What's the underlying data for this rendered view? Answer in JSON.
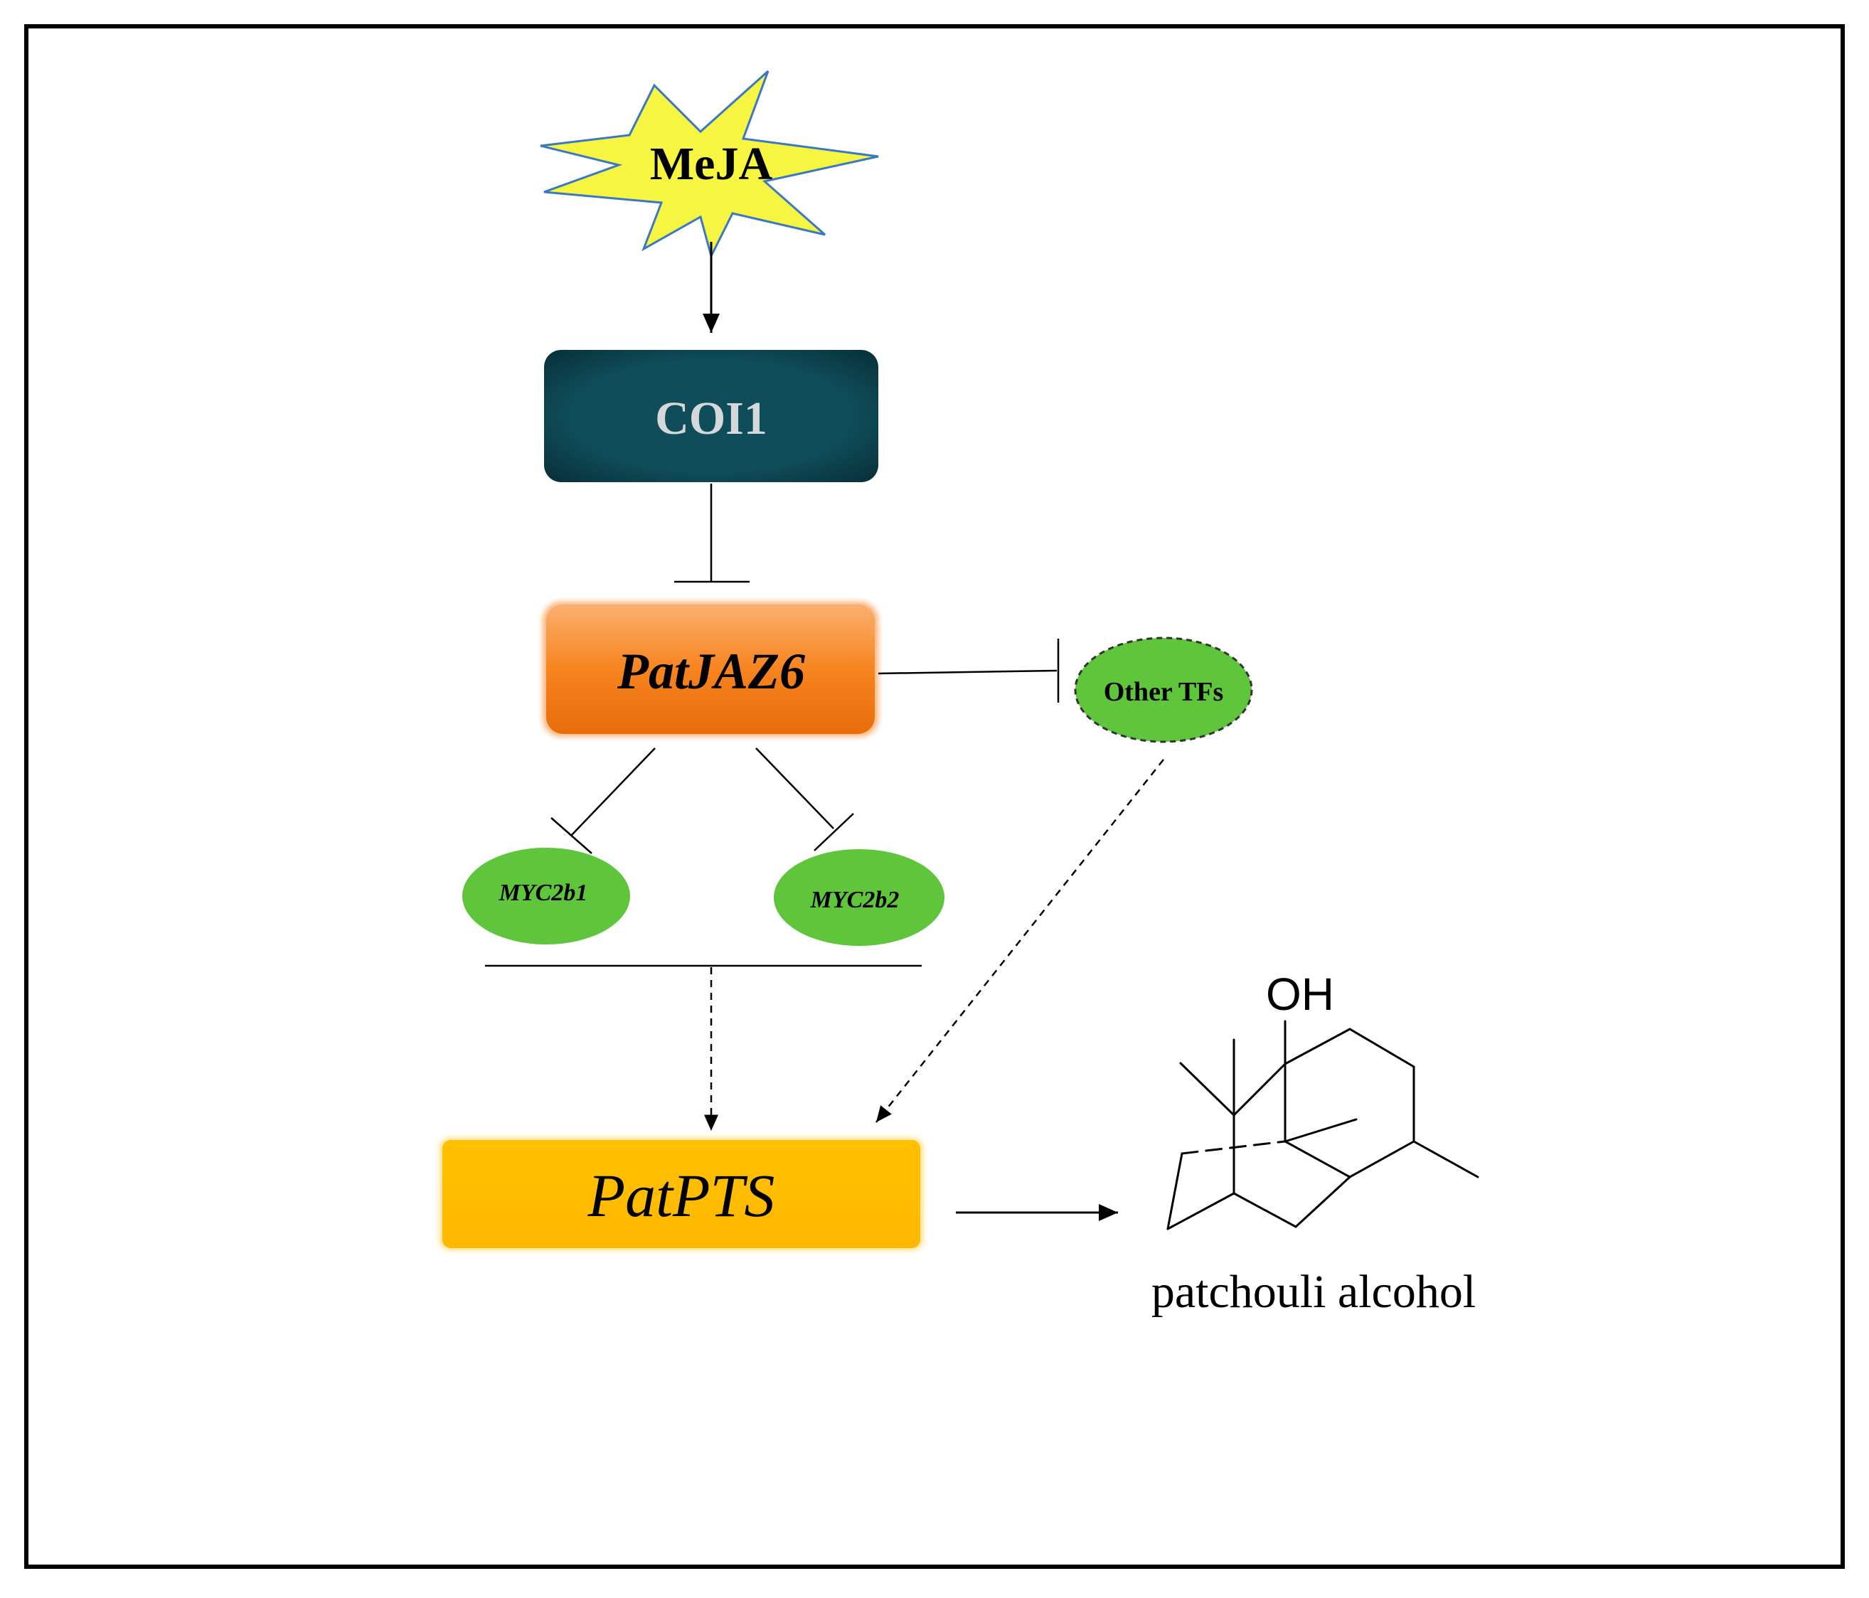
{
  "nodes": {
    "meja": {
      "label": "MeJA",
      "color": "#f5f542"
    },
    "coi1": {
      "label": "COI1",
      "color": "#0f4d5a",
      "text_color": "#d4d8da"
    },
    "patjaz6": {
      "label": "PatJAZ6",
      "color": "#f57f16"
    },
    "other_tfs": {
      "label": "Other TFs",
      "color": "#5fc63c"
    },
    "myc2b1": {
      "label": "MYC2b1",
      "color": "#5fc63c"
    },
    "myc2b2": {
      "label": "MYC2b2",
      "color": "#5fc63c"
    },
    "patpts": {
      "label": "PatPTS",
      "color": "#ffc000"
    }
  },
  "product": {
    "label": "patchouli alcohol",
    "hydroxyl_label": "OH"
  },
  "edges": [
    {
      "from": "MeJA",
      "to": "COI1",
      "type": "activation"
    },
    {
      "from": "COI1",
      "to": "PatJAZ6",
      "type": "inhibition"
    },
    {
      "from": "PatJAZ6",
      "to": "Other TFs",
      "type": "inhibition"
    },
    {
      "from": "PatJAZ6",
      "to": "MYC2b1",
      "type": "inhibition"
    },
    {
      "from": "PatJAZ6",
      "to": "MYC2b2",
      "type": "inhibition"
    },
    {
      "from": "MYC2b1 + MYC2b2",
      "to": "PatPTS",
      "type": "indirect-activation"
    },
    {
      "from": "Other TFs",
      "to": "PatPTS",
      "type": "indirect-activation"
    },
    {
      "from": "PatPTS",
      "to": "patchouli alcohol",
      "type": "activation"
    }
  ]
}
